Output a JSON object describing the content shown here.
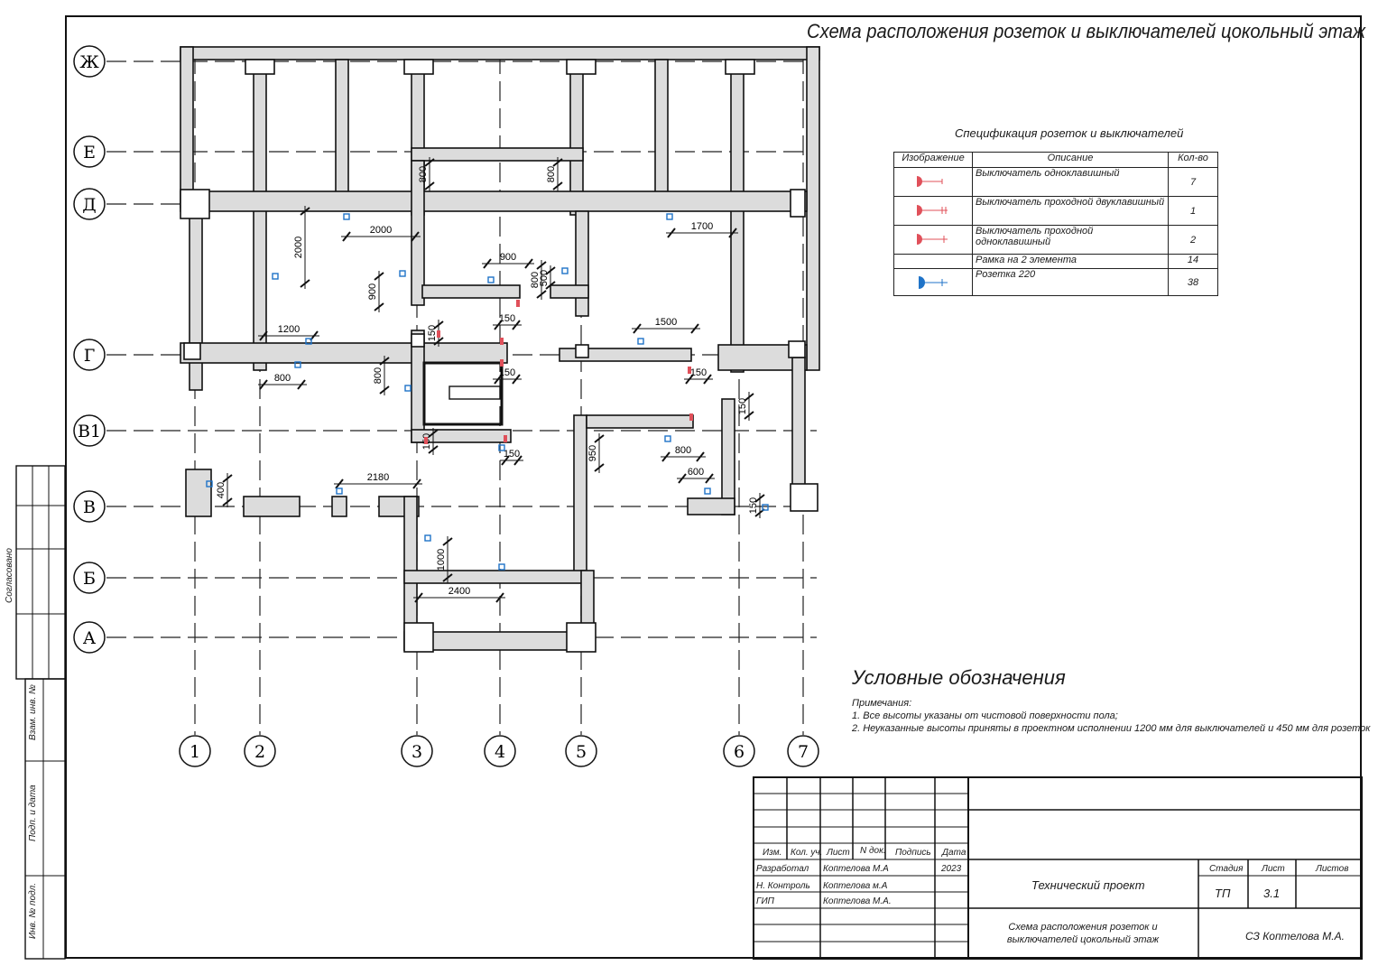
{
  "sheet_title": "Схема расположения розеток и выключателей цокольный этаж",
  "grid": {
    "rows": [
      "Ж",
      "Е",
      "Д",
      "Г",
      "В1",
      "В",
      "Б",
      "А"
    ],
    "cols": [
      "1",
      "2",
      "3",
      "4",
      "5",
      "6",
      "7"
    ]
  },
  "dimensions": [
    "2000",
    "2000",
    "900",
    "900",
    "1200",
    "800",
    "800",
    "800",
    "1700",
    "1500",
    "150",
    "150",
    "150",
    "150",
    "150",
    "150",
    "950",
    "800",
    "600",
    "400",
    "2180",
    "1000",
    "2400",
    "800",
    "800",
    "500",
    "150",
    "150"
  ],
  "spec": {
    "title": "Спецификация розеток и выключателей",
    "headers": [
      "Изображение",
      "Описание",
      "Кол-во"
    ],
    "rows": [
      {
        "icon": "single-switch-icon",
        "desc": "Выключатель одноклавишный",
        "qty": "7"
      },
      {
        "icon": "double-pass-switch-icon",
        "desc": "Выключатель проходной двуклавишный",
        "qty": "1"
      },
      {
        "icon": "single-pass-switch-icon",
        "desc": "Выключатель проходной одноклавишный",
        "qty": "2"
      },
      {
        "icon": "",
        "desc": "Рамка на 2 элемента",
        "qty": "14"
      },
      {
        "icon": "socket-icon",
        "desc": "Розетка 220",
        "qty": "38"
      }
    ]
  },
  "legend": {
    "title": "Условные обозначения",
    "notes_label": "Примечания:",
    "note1": "1. Все высоты указаны от чистовой поверхности пола;",
    "note2": "2. Неуказанные высоты приняты в проектном исполнении   1200 мм для выключателей и 450 мм для розеток"
  },
  "left_strip": {
    "agreed": "Согласовано",
    "inv_replace": "Взам. инв. №",
    "sign_date": "Подп. и дата",
    "inv_orig": "Инв. № подл."
  },
  "title_block": {
    "col_headers": [
      "Изм.",
      "Кол. уч.",
      "Лист",
      "N док.",
      "Подпись",
      "Дата"
    ],
    "roles": [
      "Разработал",
      "Н. Контроль",
      "ГИП"
    ],
    "names": [
      "Коптелова М.А",
      "Коптелова м.А",
      "Коптелова М.А."
    ],
    "year": "2023",
    "project": "Технический проект",
    "stage_label": "Стадия",
    "sheet_label": "Лист",
    "sheets_label": "Листов",
    "stage": "ТП",
    "sheet": "3.1",
    "drawing_name": "Схема расположения розеток и выключателей цокольный этаж",
    "org": "СЗ Коптелова М.А."
  },
  "colors": {
    "wall_fill": "#dcdcdc",
    "line": "#111111",
    "switch_red": "#e0505a",
    "socket_blue": "#1f73c8"
  }
}
